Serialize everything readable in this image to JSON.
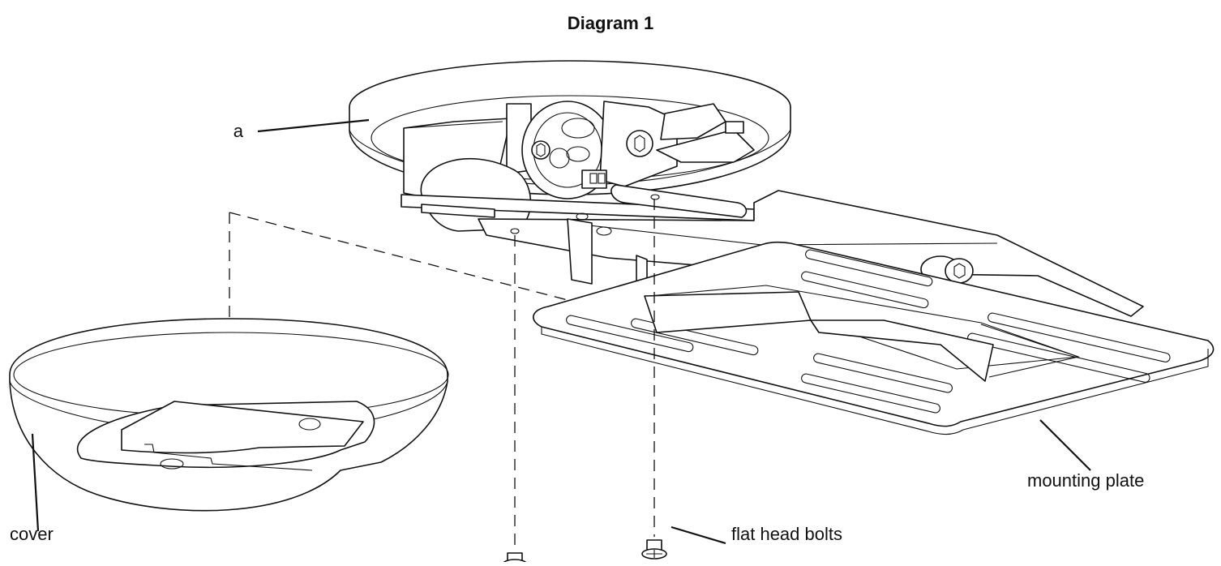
{
  "diagram": {
    "title": "Diagram 1",
    "labels": {
      "a": "a",
      "cover": "cover",
      "mounting_plate": "mounting plate",
      "flat_head_bolts": "flat head bolts"
    },
    "line_color": "#111111",
    "background": "#ffffff"
  }
}
